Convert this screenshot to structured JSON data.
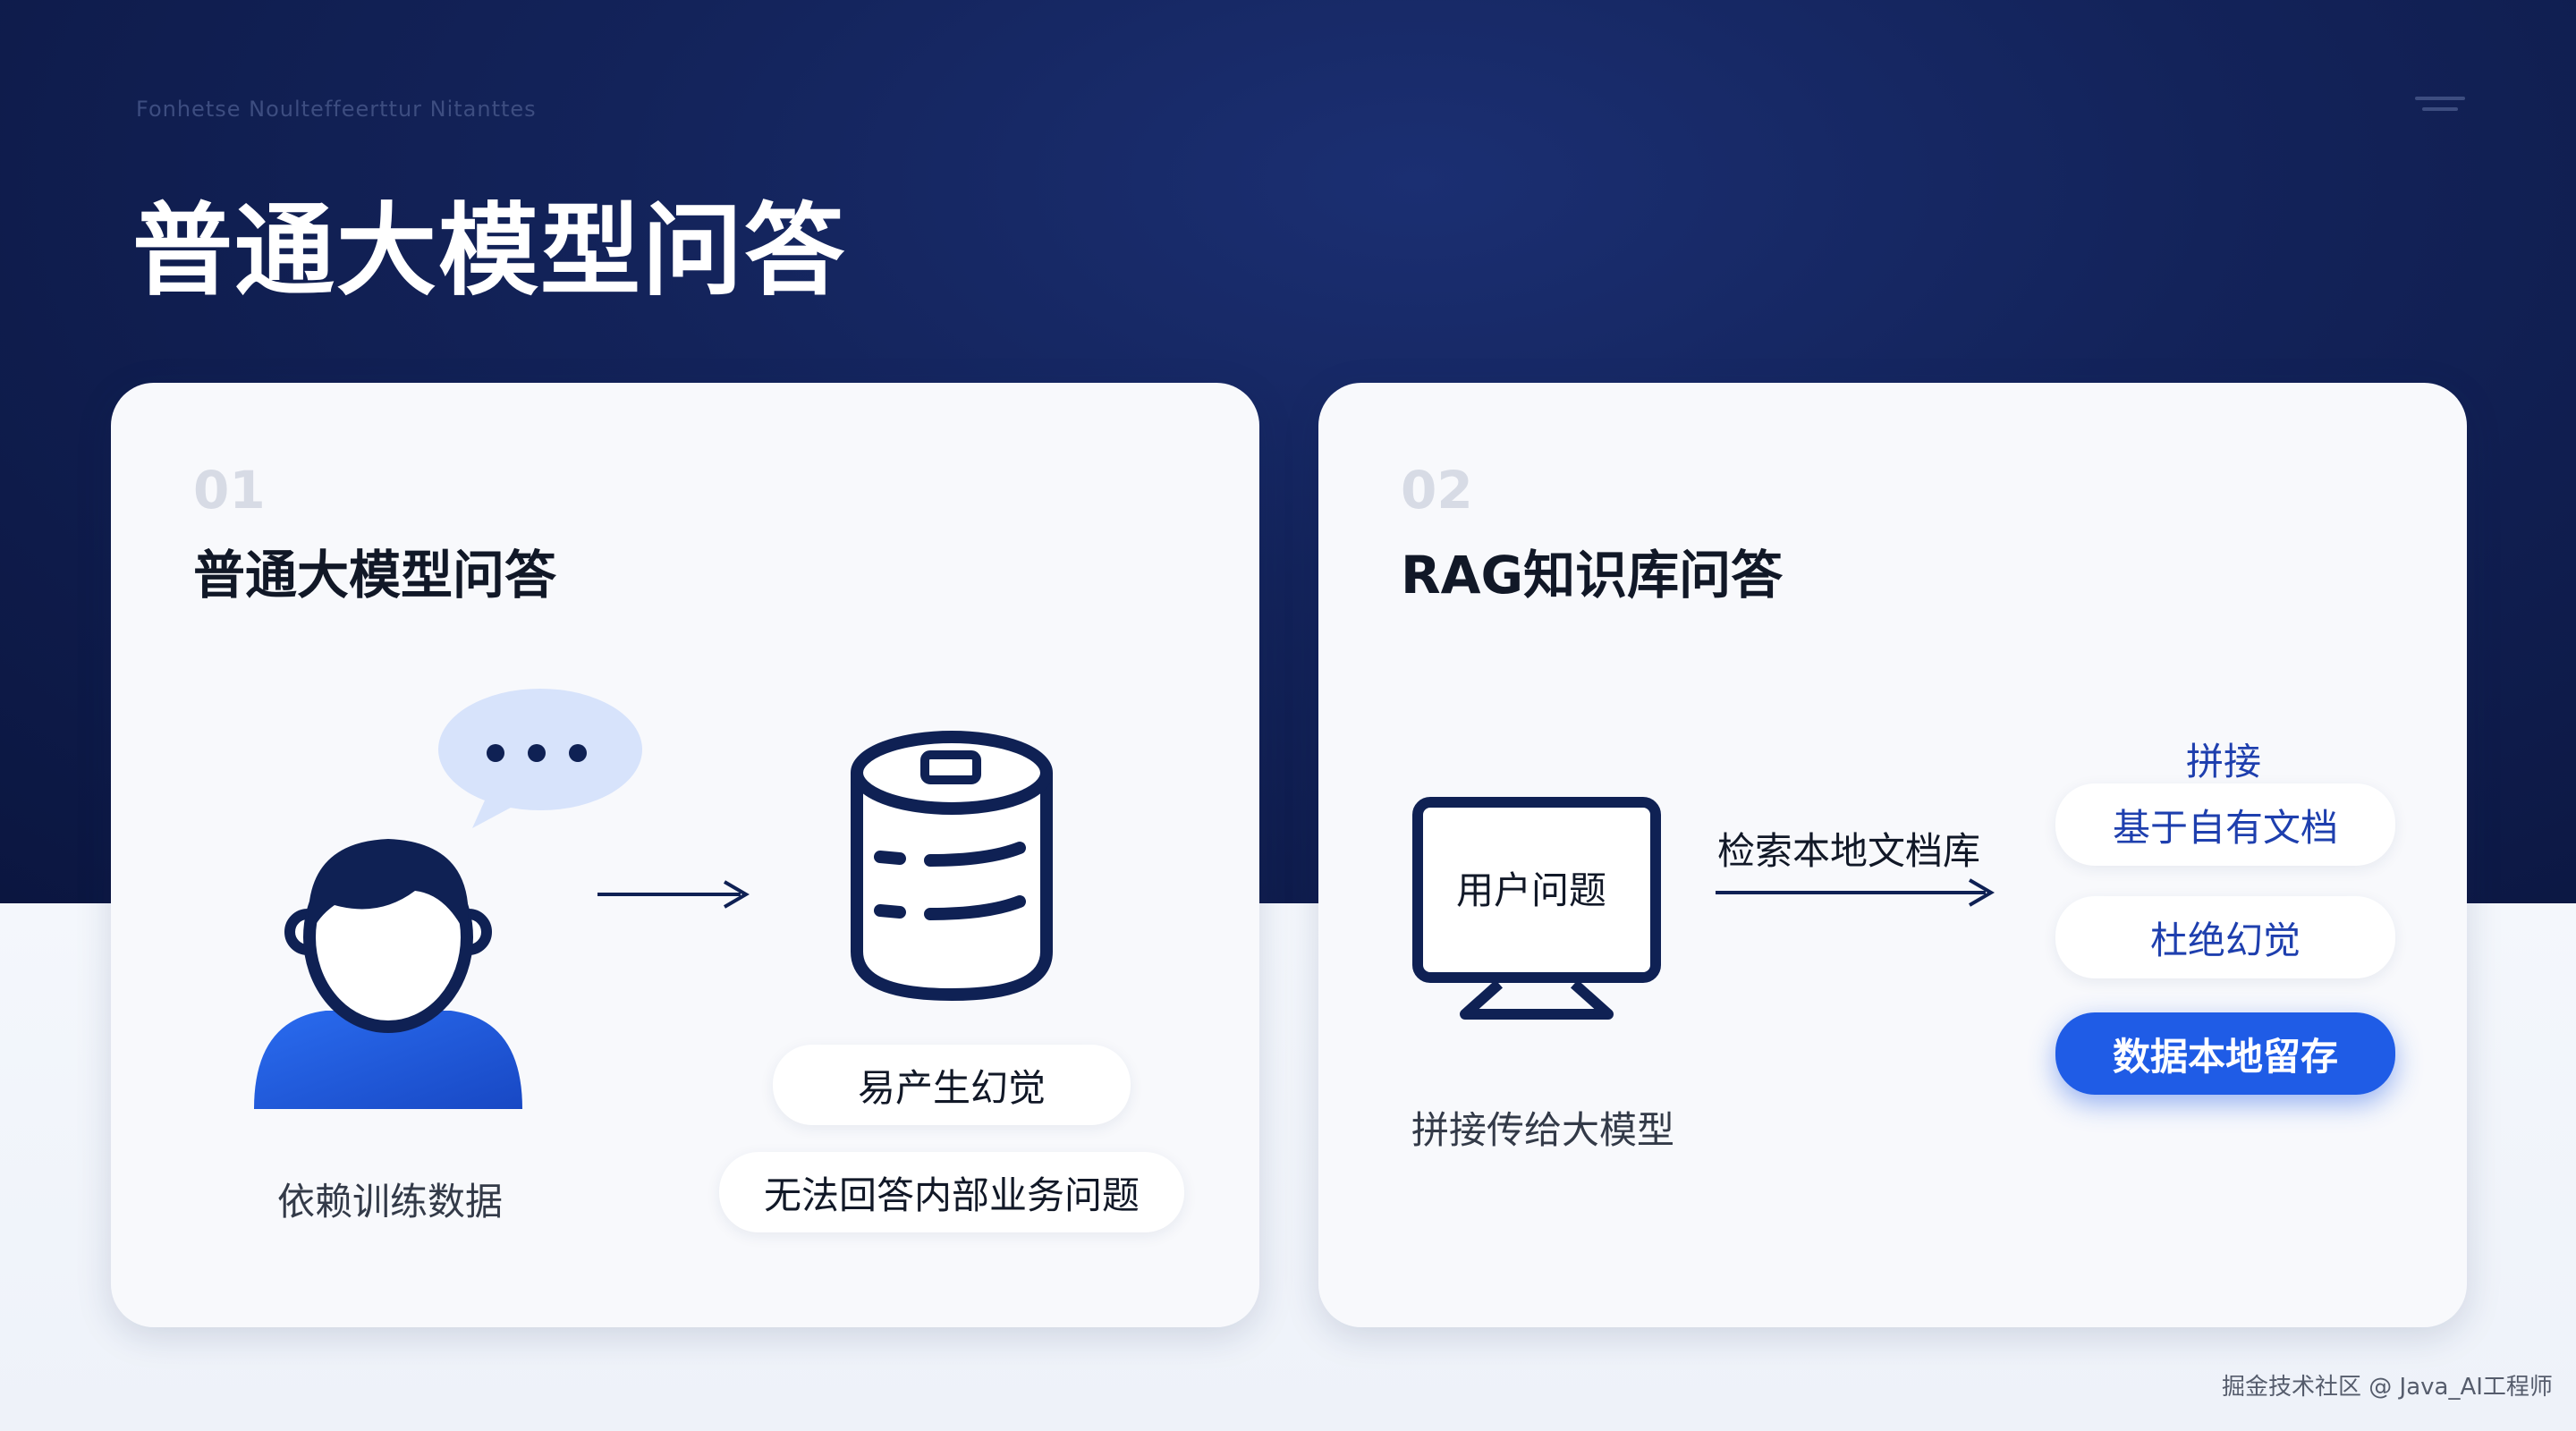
{
  "header": {
    "subtitle": "Fonhetse Noulteffeerttur Nitanttes",
    "title": "普通大模型问答"
  },
  "cards": [
    {
      "number": "01",
      "title": "普通大模型问答",
      "user_caption": "依赖训练数据",
      "pills": [
        "易产生幻觉",
        "无法回答内部业务问题"
      ]
    },
    {
      "number": "02",
      "title": "RAG知识库问答",
      "monitor_text": "用户问题",
      "arrow_label": "检索本地文档库",
      "caption": "拼接传给大模型",
      "splice_label": "拼接",
      "pills": [
        "基于自有文档",
        "杜绝幻觉",
        "数据本地留存"
      ]
    }
  ],
  "watermark": "掘金技术社区 @ Java_AI工程师",
  "colors": {
    "accent_blue": "#1f5ce6",
    "navy": "#0f2154",
    "background_dark": "#13235a"
  },
  "icons": [
    "menu-icon",
    "speech-bubble-icon",
    "user-icon",
    "arrow-right-icon",
    "database-icon",
    "monitor-icon"
  ]
}
